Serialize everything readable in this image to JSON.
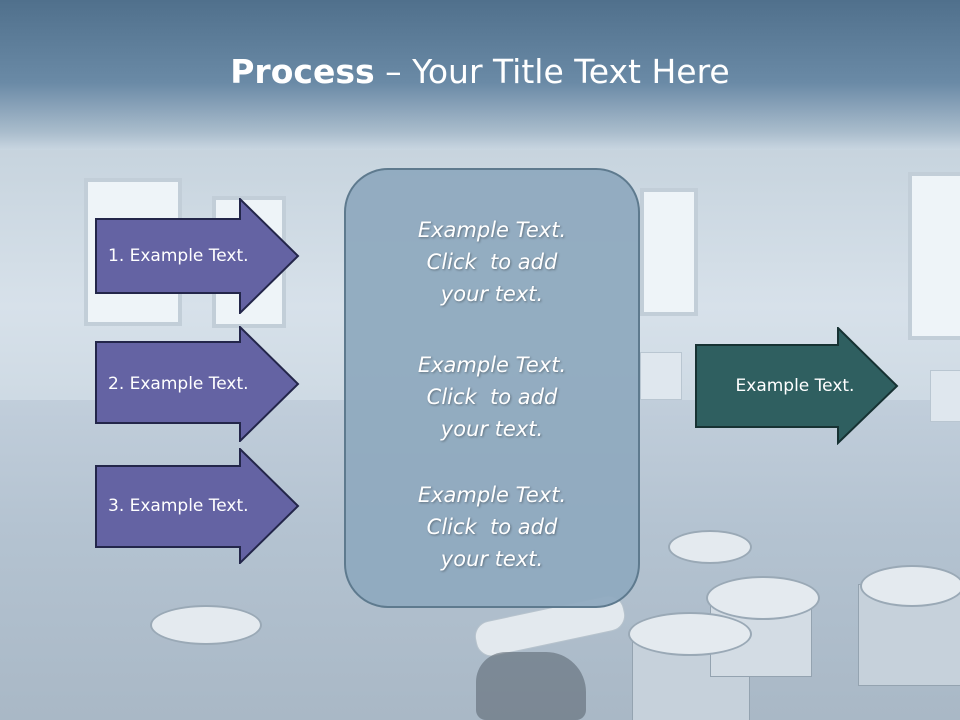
{
  "slide": {
    "title_bold": "Process",
    "title_rest": " – Your Title Text Here",
    "left_arrows": [
      {
        "label": "1. Example Text."
      },
      {
        "label": "2. Example Text."
      },
      {
        "label": "3. Example Text."
      }
    ],
    "center_blocks": [
      {
        "line1": "Example Text.",
        "line2": "Click  to add",
        "line3": "your text."
      },
      {
        "line1": "Example Text.",
        "line2": "Click  to add",
        "line3": "your text."
      },
      {
        "line1": "Example Text.",
        "line2": "Click  to add",
        "line3": "your text."
      }
    ],
    "right_arrow": {
      "label": "Example Text."
    },
    "colors": {
      "left_arrow_fill": "#6463a3",
      "left_arrow_stroke": "#23264a",
      "right_arrow_fill": "#2f5f60",
      "right_arrow_stroke": "#173233",
      "center_box_fill": "#8faabf",
      "center_box_border": "#5e7a8e"
    }
  }
}
